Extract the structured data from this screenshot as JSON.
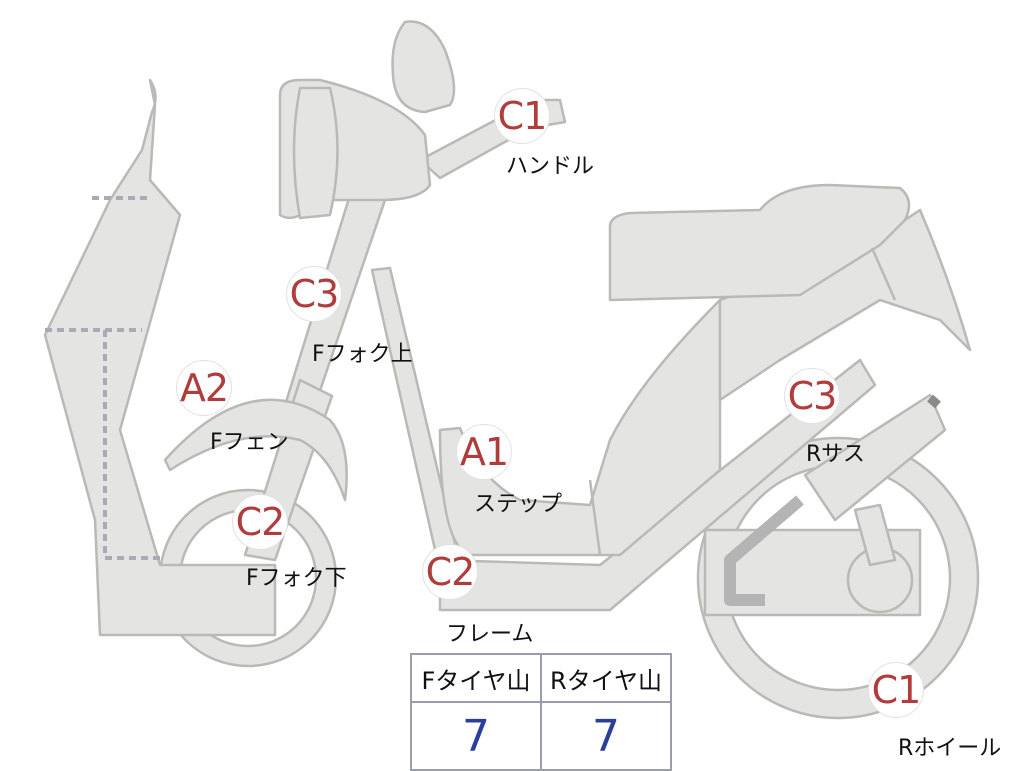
{
  "colors": {
    "part_fill": "#e4e4e2",
    "part_outline": "#b9b9b6",
    "grade_text": "#b03c3c",
    "value_text": "#2a3f9a",
    "table_border": "#9a9eab"
  },
  "parts": [
    {
      "key": "handle",
      "grade": "C1",
      "label": "ハンドル"
    },
    {
      "key": "fork_top",
      "grade": "C3",
      "label": "Fフォク上"
    },
    {
      "key": "fender",
      "grade": "A2",
      "label": "Fフェン"
    },
    {
      "key": "fork_bot",
      "grade": "C2",
      "label": "Fフォク下"
    },
    {
      "key": "step",
      "grade": "A1",
      "label": "ステップ"
    },
    {
      "key": "frame",
      "grade": "C2",
      "label": "フレーム"
    },
    {
      "key": "rsus",
      "grade": "C3",
      "label": "Rサス"
    },
    {
      "key": "rwheel",
      "grade": "C1",
      "label": "Rホイール"
    }
  ],
  "tread_table": {
    "headers": [
      "Fタイヤ山",
      "Rタイヤ山"
    ],
    "values": [
      "7",
      "7"
    ]
  }
}
